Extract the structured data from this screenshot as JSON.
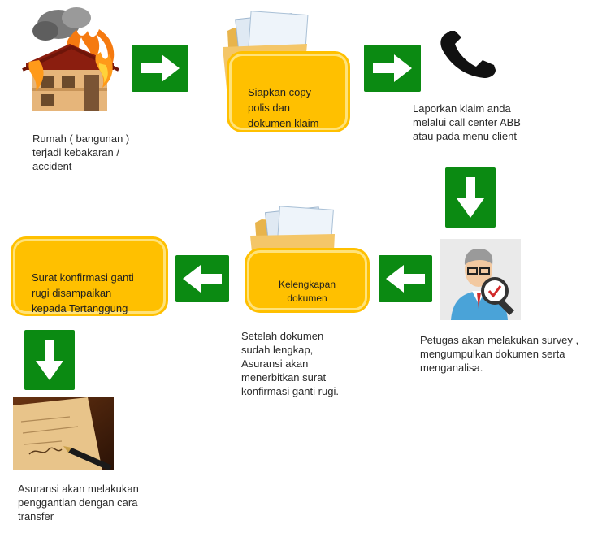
{
  "colors": {
    "box_fill": "#ffc000",
    "box_border": "#ffe27a",
    "arrow_green": "#0b8a12",
    "text": "#2b2b2b"
  },
  "steps": {
    "step1": {
      "caption": "Rumah ( bangunan )\nterjadi kebakaran /\naccident",
      "icon": "burning-house-icon"
    },
    "step2": {
      "box_text": "Siapkan copy\npolis dan\ndokumen klaim",
      "icon": "folder-documents-icon"
    },
    "step3": {
      "caption": "Laporkan klaim anda\nmelalui call  center  ABB\natau pada menu client",
      "icon": "telephone-icon"
    },
    "step4": {
      "caption": "Petugas akan melakukan survey ,\n mengumpulkan dokumen serta\nmenganalisa.",
      "icon": "surveyor-magnifier-icon"
    },
    "step5": {
      "box_text": "Kelengkapan\ndokumen",
      "caption": "Setelah dokumen\nsudah lengkap,\nAsuransi akan\nmenerbitkan surat\nkonfirmasi ganti rugi.",
      "icon": "folder-documents-icon"
    },
    "step6": {
      "box_text": "Surat konfirmasi ganti\nrugi disampaikan\nkepada Tertanggung"
    },
    "step7": {
      "caption": "Asuransi akan melakukan\npenggantian dengan cara\ntransfer",
      "icon": "pen-signing-document-icon"
    }
  },
  "arrows": [
    "arrow-right",
    "arrow-right",
    "arrow-down",
    "arrow-left",
    "arrow-left",
    "arrow-down"
  ]
}
